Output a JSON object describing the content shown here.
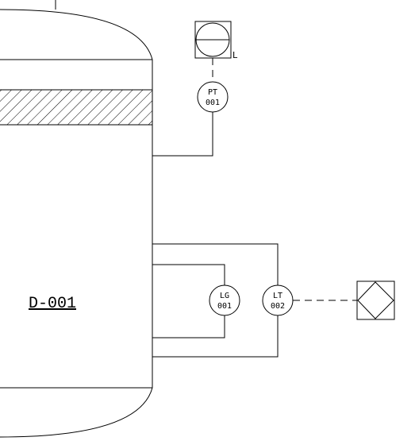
{
  "vessel": {
    "tag": "D-001"
  },
  "instruments": [
    {
      "id": "pt",
      "function": "PT",
      "number": "001"
    },
    {
      "id": "lg",
      "function": "LG",
      "number": "001"
    },
    {
      "id": "lt",
      "function": "LT",
      "number": "002"
    }
  ],
  "annotations": {
    "gauge_side_letter": "L"
  }
}
